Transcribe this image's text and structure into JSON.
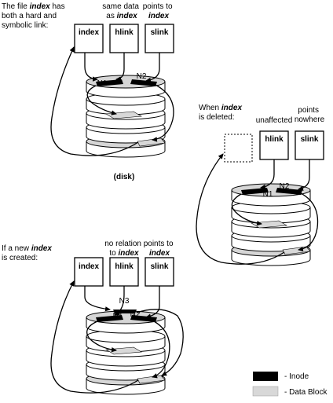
{
  "captions": {
    "top": [
      "The file ",
      "index",
      " has",
      "both a hard and",
      "symbolic link:"
    ],
    "mid": [
      "When ",
      "index",
      "is deleted:"
    ],
    "bottom": [
      "If a new ",
      "index",
      "is created:"
    ]
  },
  "notes": {
    "same_data": [
      "same data",
      "as ",
      "index"
    ],
    "points_to": [
      "points to",
      "index"
    ],
    "unaffected": "unaffected",
    "points_nowhere": [
      "points",
      "nowhere"
    ],
    "no_relation": [
      "no relation",
      "to ",
      "index"
    ]
  },
  "files": {
    "index": "index",
    "hlink": "hlink",
    "slink": "slink"
  },
  "inodes": {
    "n1": "N1",
    "n2": "N2",
    "n3": "N3"
  },
  "disk_label": "(disk)",
  "legend": {
    "inode": "- Inode",
    "data_block": "- Data Block"
  },
  "colors": {
    "inode": "#000000",
    "data_block": "#d8d8d8"
  }
}
